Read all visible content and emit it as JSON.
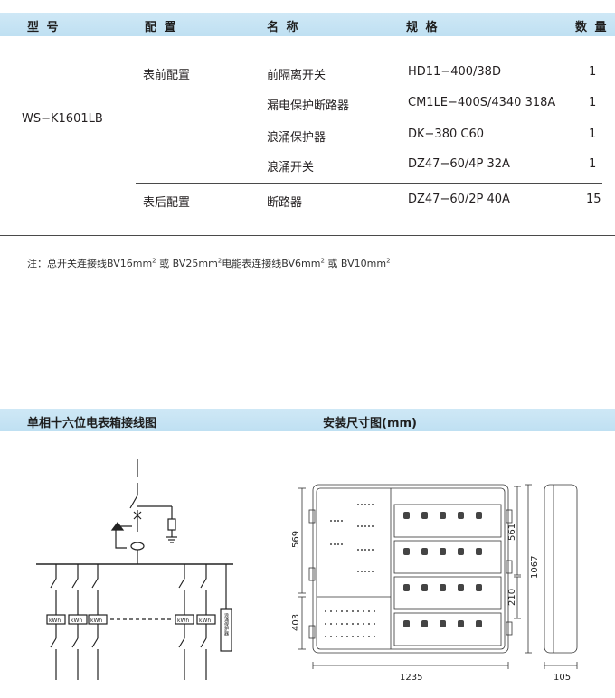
{
  "table": {
    "headers": {
      "model": "型 号",
      "config": "配 置",
      "name": "名 称",
      "spec": "规 格",
      "qty": "数 量"
    },
    "model": "WS−K1601LB",
    "groups": {
      "front": "表前配置",
      "rear": "表后配置"
    },
    "rows": [
      {
        "name": "前隔离开关",
        "spec": "HD11−400/38D",
        "qty": "1"
      },
      {
        "name": "漏电保护断路器",
        "spec": "CM1LE−400S/4340 318A",
        "qty": "1"
      },
      {
        "name": "浪涌保护器",
        "spec": "DK−380 C60",
        "qty": "1"
      },
      {
        "name": "浪涌开关",
        "spec": "DZ47−60/4P 32A",
        "qty": "1"
      },
      {
        "name": "断路器",
        "spec": "DZ47−60/2P 40A",
        "qty": "15"
      }
    ]
  },
  "note": {
    "prefix": "注：",
    "p1": "总开关连接线BV16mm",
    "p2": " 或 BV25mm",
    "p3": "电能表连接线BV6mm",
    "p4": " 或 BV10mm",
    "sup": "2"
  },
  "sections": {
    "wiring": "单相十六位电表箱接线图",
    "install": "安装尺寸图(mm)"
  },
  "diagram": {
    "meter_label": "kWh",
    "device_label": "浪涌保护器",
    "dims": {
      "d569": "569",
      "d403": "403",
      "d561": "561",
      "d210": "210",
      "d1067": "1067",
      "d1235": "1235",
      "d105": "105"
    }
  }
}
